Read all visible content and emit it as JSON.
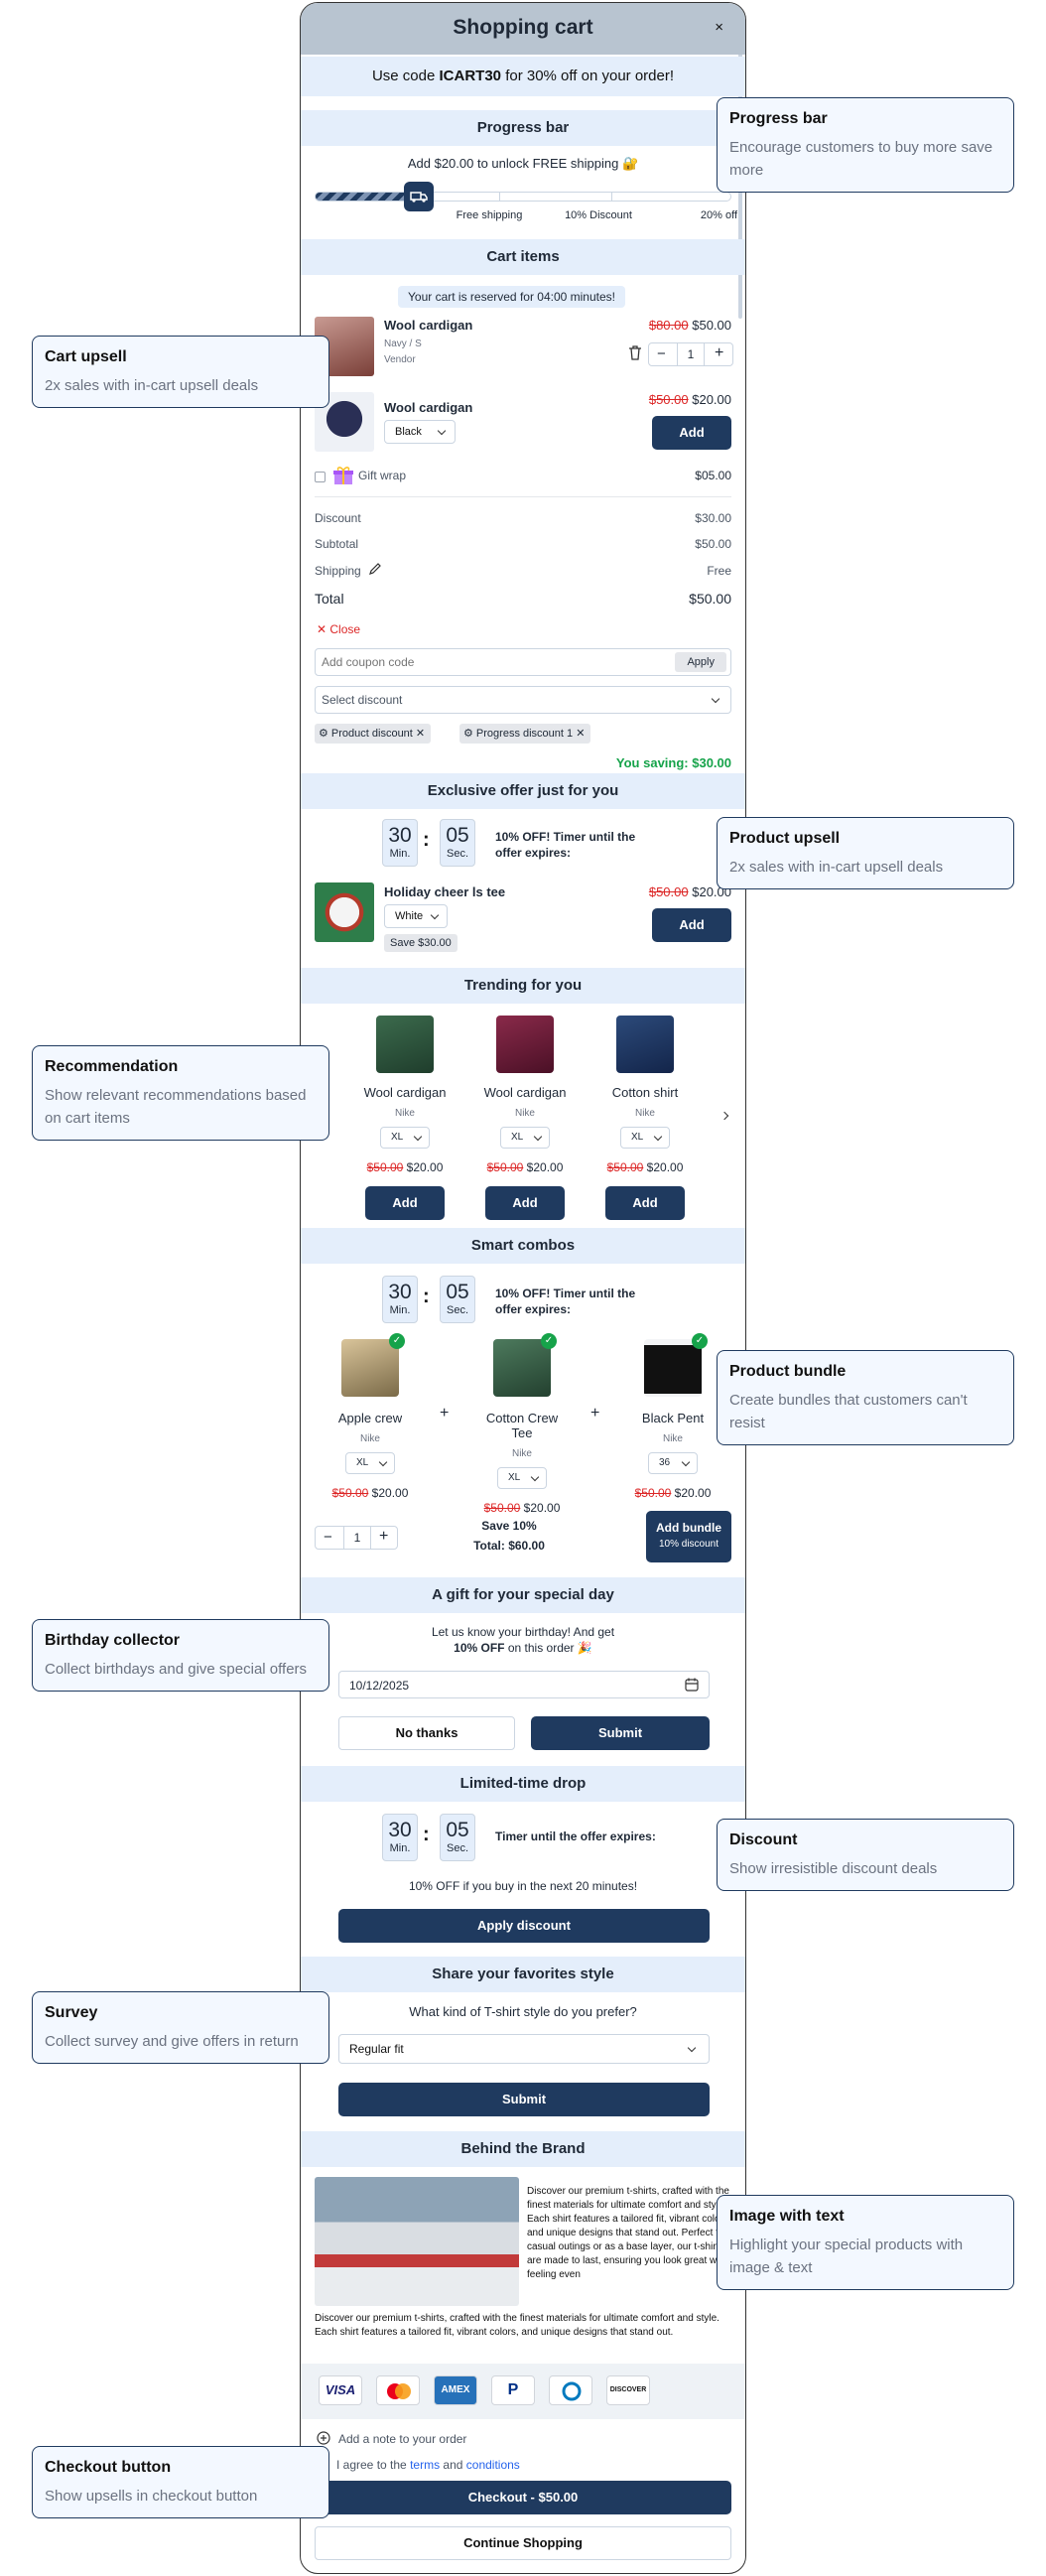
{
  "header": {
    "title": "Shopping cart",
    "close": "×"
  },
  "promo": {
    "prefix": "Use code ",
    "code": "ICART30",
    "suffix": " for 30% off on your order!"
  },
  "progress": {
    "section": "Progress bar",
    "message": "Add $20.00 to unlock FREE shipping 🔐",
    "fraction": 0.25,
    "milestones": [
      "Free shipping",
      "10% Discount",
      "20% off"
    ]
  },
  "cart": {
    "section": "Cart items",
    "reserve": "Your cart is reserved for 04:00 minutes!",
    "item1": {
      "name": "Wool cardigan",
      "variant": "Navy / S",
      "vendor": "Vendor",
      "old_price": "$80.00",
      "price": "$50.00",
      "qty": "1",
      "minus": "−",
      "plus": "+"
    },
    "upsell": {
      "name": "Wool cardigan",
      "option": "Black",
      "old_price": "$50.00",
      "price": "$20.00",
      "add": "Add"
    },
    "giftwrap": {
      "label": "Gift wrap",
      "price": "$05.00"
    },
    "summary": {
      "discount_label": "Discount",
      "discount": "$30.00",
      "subtotal_label": "Subtotal",
      "subtotal": "$50.00",
      "shipping_label": "Shipping",
      "shipping": "Free",
      "total_label": "Total",
      "total": "$50.00"
    },
    "close": "Close",
    "coupon_placeholder": "Add coupon code",
    "apply": "Apply",
    "select_discount": "Select discount",
    "tags": [
      "Product discount",
      "Progress discount 1"
    ],
    "saving": "You saving: $30.00"
  },
  "exclusive": {
    "section": "Exclusive offer just for you",
    "timer": {
      "min": "30",
      "min_label": "Min.",
      "sec": "05",
      "sec_label": "Sec."
    },
    "note": "10% OFF! Timer until the offer expires:",
    "product": {
      "name": "Holiday cheer ls tee",
      "option": "White",
      "save": "Save $30.00",
      "old_price": "$50.00",
      "price": "$20.00",
      "add": "Add"
    }
  },
  "trending": {
    "section": "Trending for you",
    "items": [
      {
        "name": "Wool cardigan",
        "brand": "Nike",
        "size": "XL",
        "old_price": "$50.00",
        "price": "$20.00",
        "add": "Add"
      },
      {
        "name": "Wool cardigan",
        "brand": "Nike",
        "size": "XL",
        "old_price": "$50.00",
        "price": "$20.00",
        "add": "Add"
      },
      {
        "name": "Cotton shirt",
        "brand": "Nike",
        "size": "XL",
        "old_price": "$50.00",
        "price": "$20.00",
        "add": "Add"
      }
    ]
  },
  "combos": {
    "section": "Smart combos",
    "timer": {
      "min": "30",
      "min_label": "Min.",
      "sec": "05",
      "sec_label": "Sec."
    },
    "note": "10% OFF! Timer until the offer expires:",
    "items": [
      {
        "name": "Apple crew",
        "brand": "Nike",
        "size": "XL",
        "old_price": "$50.00",
        "price": "$20.00"
      },
      {
        "name": "Cotton Crew Tee",
        "brand": "Nike",
        "size": "XL",
        "old_price": "$50.00",
        "price": "$20.00"
      },
      {
        "name": "Black Pent",
        "brand": "Nike",
        "size": "36",
        "old_price": "$50.00",
        "price": "$20.00"
      }
    ],
    "qty": "1",
    "save": "Save 10%",
    "total": "Total: $60.00",
    "add_bundle": "Add bundle",
    "bundle_discount": "10% discount"
  },
  "birthday": {
    "section": "A gift for your special day",
    "line1": "Let us know your birthday! And get",
    "bold": "10% OFF",
    "line2": " on this order 🎉",
    "date": "10/12/2025",
    "no": "No thanks",
    "submit": "Submit"
  },
  "drop": {
    "section": "Limited-time drop",
    "timer": {
      "min": "30",
      "min_label": "Min.",
      "sec": "05",
      "sec_label": "Sec."
    },
    "note": "Timer until the offer expires:",
    "text": "10% OFF if you buy in the next 20 minutes!",
    "apply": "Apply discount"
  },
  "survey": {
    "section": "Share your favorites style",
    "question": "What kind of T-shirt style do you prefer?",
    "selected": "Regular fit",
    "submit": "Submit"
  },
  "brand": {
    "section": "Behind the Brand",
    "side_text": "Discover our premium t-shirts, crafted with the finest materials for ultimate comfort and style. Each shirt features a tailored fit, vibrant colors, and unique designs that stand out. Perfect for casual outings or as a base layer, our t-shirts are made to last, ensuring you look great while feeling even",
    "body_text": "Discover our premium t-shirts, crafted with the finest materials for ultimate comfort and style. Each shirt features a tailored fit, vibrant colors, and unique designs that stand out."
  },
  "payments": [
    "VISA",
    "AMEX",
    "DISCOVER"
  ],
  "footer": {
    "note": "Add a note to your order",
    "agree_prefix": "I agree to the ",
    "terms": "terms",
    "and": " and ",
    "conditions": "conditions",
    "checkout": "Checkout - $50.00",
    "continue": "Continue Shopping"
  },
  "callouts": {
    "progress": {
      "title": "Progress bar",
      "desc": "Encourage customers to buy more save more"
    },
    "upsell": {
      "title": "Cart upsell",
      "desc": "2x sales with in-cart upsell deals"
    },
    "product_upsell": {
      "title": "Product upsell",
      "desc": "2x sales with in-cart upsell deals"
    },
    "recommendation": {
      "title": "Recommendation",
      "desc": "Show relevant recommendations based on cart items"
    },
    "bundle": {
      "title": "Product bundle",
      "desc": "Create bundles that customers can't resist"
    },
    "birthday": {
      "title": "Birthday collector",
      "desc": "Collect birthdays and give special offers"
    },
    "discount": {
      "title": "Discount",
      "desc": "Show irresistible discount deals"
    },
    "survey": {
      "title": "Survey",
      "desc": "Collect survey and give offers in return"
    },
    "image_text": {
      "title": "Image with text",
      "desc": "Highlight your special products with image & text"
    },
    "checkout": {
      "title": "Checkout button",
      "desc": "Show upsells in checkout button"
    }
  },
  "colors": {
    "navy": "#1f3a5f",
    "section_bg": "#e4eefb",
    "strike_red": "#dc2626",
    "saving_green": "#16a34a"
  }
}
